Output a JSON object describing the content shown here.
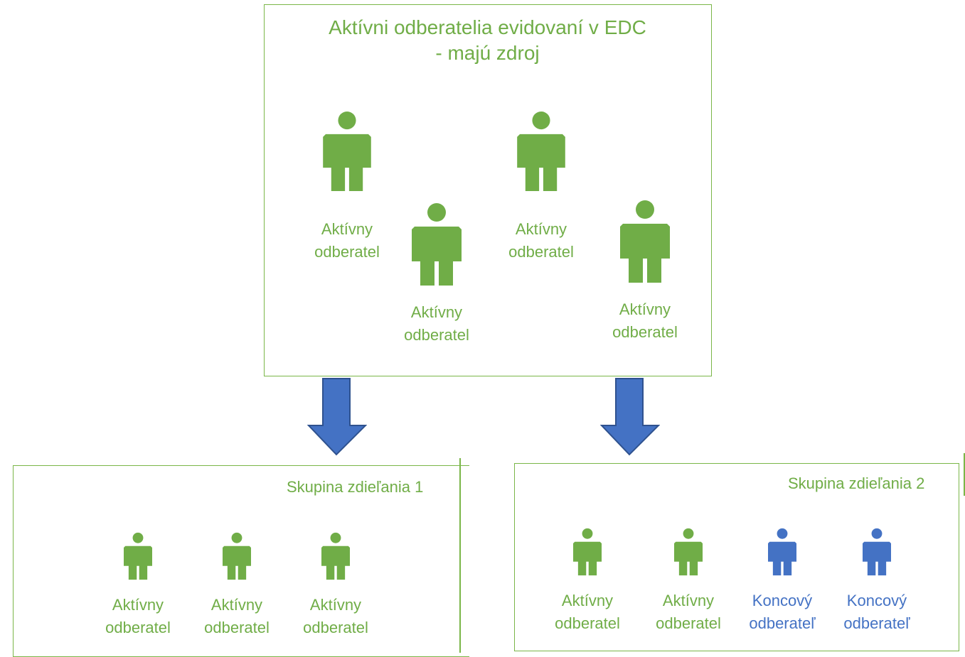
{
  "colors": {
    "active": "#70ad47",
    "end_customer": "#4472c4",
    "arrow_fill": "#4472c4",
    "arrow_stroke": "#2f528f",
    "border": "#7ab648"
  },
  "main_box": {
    "title_line1": "Aktívni odberatelia evidovaní v EDC",
    "title_line2": "- majú zdroj",
    "people": [
      {
        "line1": "Aktívny",
        "line2": "odberatel",
        "type": "active",
        "icon": "person-icon"
      },
      {
        "line1": "Aktívny",
        "line2": "odberatel",
        "type": "active",
        "icon": "person-icon"
      },
      {
        "line1": "Aktívny",
        "line2": "odberatel",
        "type": "active",
        "icon": "person-icon"
      },
      {
        "line1": "Aktívny",
        "line2": "odberatel",
        "type": "active",
        "icon": "person-icon"
      }
    ]
  },
  "group1": {
    "title": "Skupina zdieľania 1",
    "people": [
      {
        "line1": "Aktívny",
        "line2": "odberatel",
        "type": "active",
        "icon": "person-icon"
      },
      {
        "line1": "Aktívny",
        "line2": "odberatel",
        "type": "active",
        "icon": "person-icon"
      },
      {
        "line1": "Aktívny",
        "line2": "odberatel",
        "type": "active",
        "icon": "person-icon"
      }
    ]
  },
  "group2": {
    "title": "Skupina zdieľania 2",
    "people": [
      {
        "line1": "Aktívny",
        "line2": "odberatel",
        "type": "active",
        "icon": "person-icon"
      },
      {
        "line1": "Aktívny",
        "line2": "odberatel",
        "type": "active",
        "icon": "person-icon"
      },
      {
        "line1": "Koncový",
        "line2": "odberateľ",
        "type": "end",
        "icon": "person-icon"
      },
      {
        "line1": "Koncový",
        "line2": "odberateľ",
        "type": "end",
        "icon": "person-icon"
      }
    ]
  }
}
